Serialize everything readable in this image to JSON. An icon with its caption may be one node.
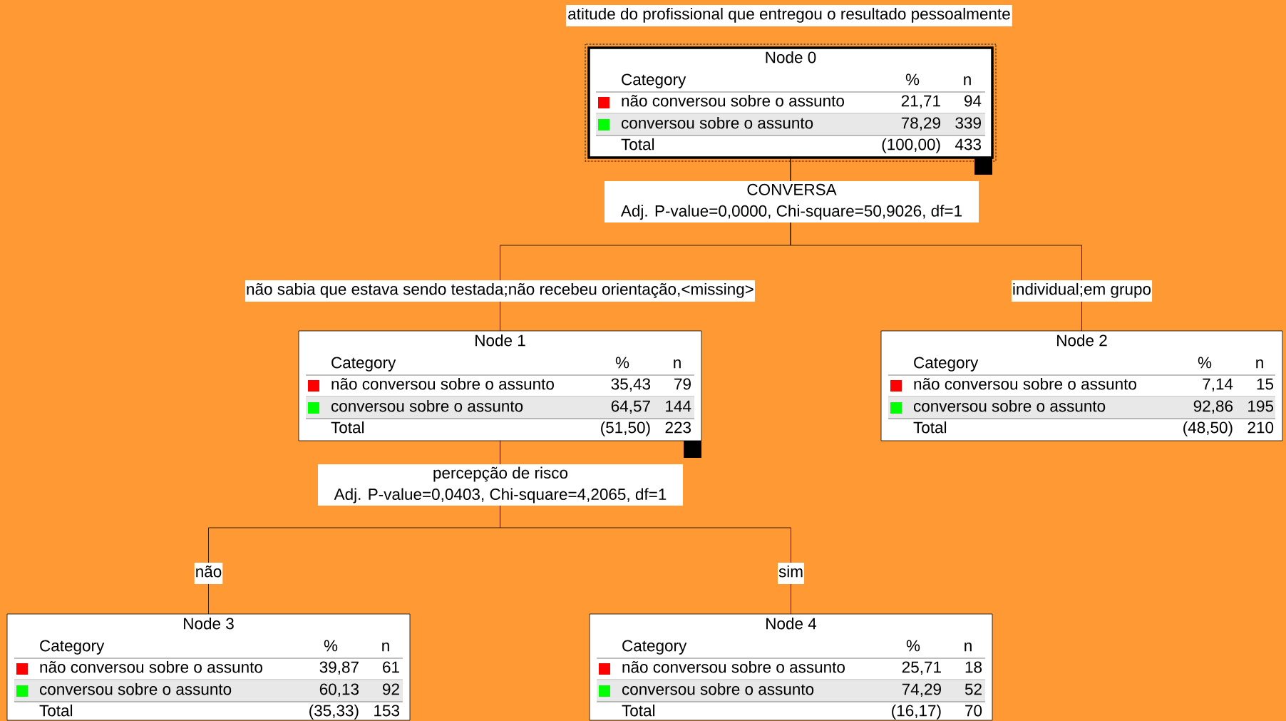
{
  "diagram": {
    "title": "atitude do profissional que entregou o resultado pessoalmente",
    "nodes": [
      {
        "text": [
          "Node 0",
          "Category",
          "%",
          "n",
          "não conversou sobre o assunto",
          "21,71",
          "94",
          "conversou sobre o assunto",
          "78,29",
          "339",
          "Total",
          "(100,00)",
          "433"
        ],
        "beside": [
          "CONVERSA",
          "Adj. P-value=0,0000, Chi-square=50,9026, df=1"
        ]
      },
      {
        "text": [
          "Node 1",
          "Category",
          "%",
          "n",
          "não conversou sobre o assunto",
          "35,43",
          "79",
          "conversou sobre o assunto",
          "64,57",
          "144",
          "Total",
          "(51,50)",
          "223"
        ],
        "beside": [
          "percepção de risco",
          "Adj. P-value=0,0403, Chi-square=4,2065, df=1"
        ]
      },
      {
        "text": [
          "Node 2",
          "Category",
          "%",
          "n",
          "não conversou sobre o assunto",
          "7,14",
          "15",
          "conversou sobre o assunto",
          "92,86",
          "195",
          "Total",
          "(48,50)",
          "210"
        ]
      },
      {
        "text": [
          "Node 3",
          "Category",
          "%",
          "n",
          "não conversou sobre o assunto",
          "39,87",
          "61",
          "conversou sobre o assunto",
          "60,13",
          "92",
          "Total",
          "(35,33)",
          "153"
        ]
      },
      {
        "text": [
          "Node 4",
          "Category",
          "%",
          "n",
          "não conversou sobre o assunto",
          "25,71",
          "18",
          "conversou sobre o assunto",
          "74,29",
          "52",
          "Total",
          "(16,17)",
          "70"
        ]
      }
    ],
    "edges": [
      {
        "from": 0,
        "to": 1,
        "arrow": "none",
        "label": "não sabia que estava sendo testada;não recebeu orientação,<missing>"
      },
      {
        "from": 0,
        "to": 2,
        "arrow": "none",
        "label": "individual;em grupo"
      },
      {
        "from": 1,
        "to": 3,
        "arrow": "none",
        "label": "não"
      },
      {
        "from": 1,
        "to": 4,
        "arrow": "none",
        "label": "sim"
      }
    ]
  }
}
